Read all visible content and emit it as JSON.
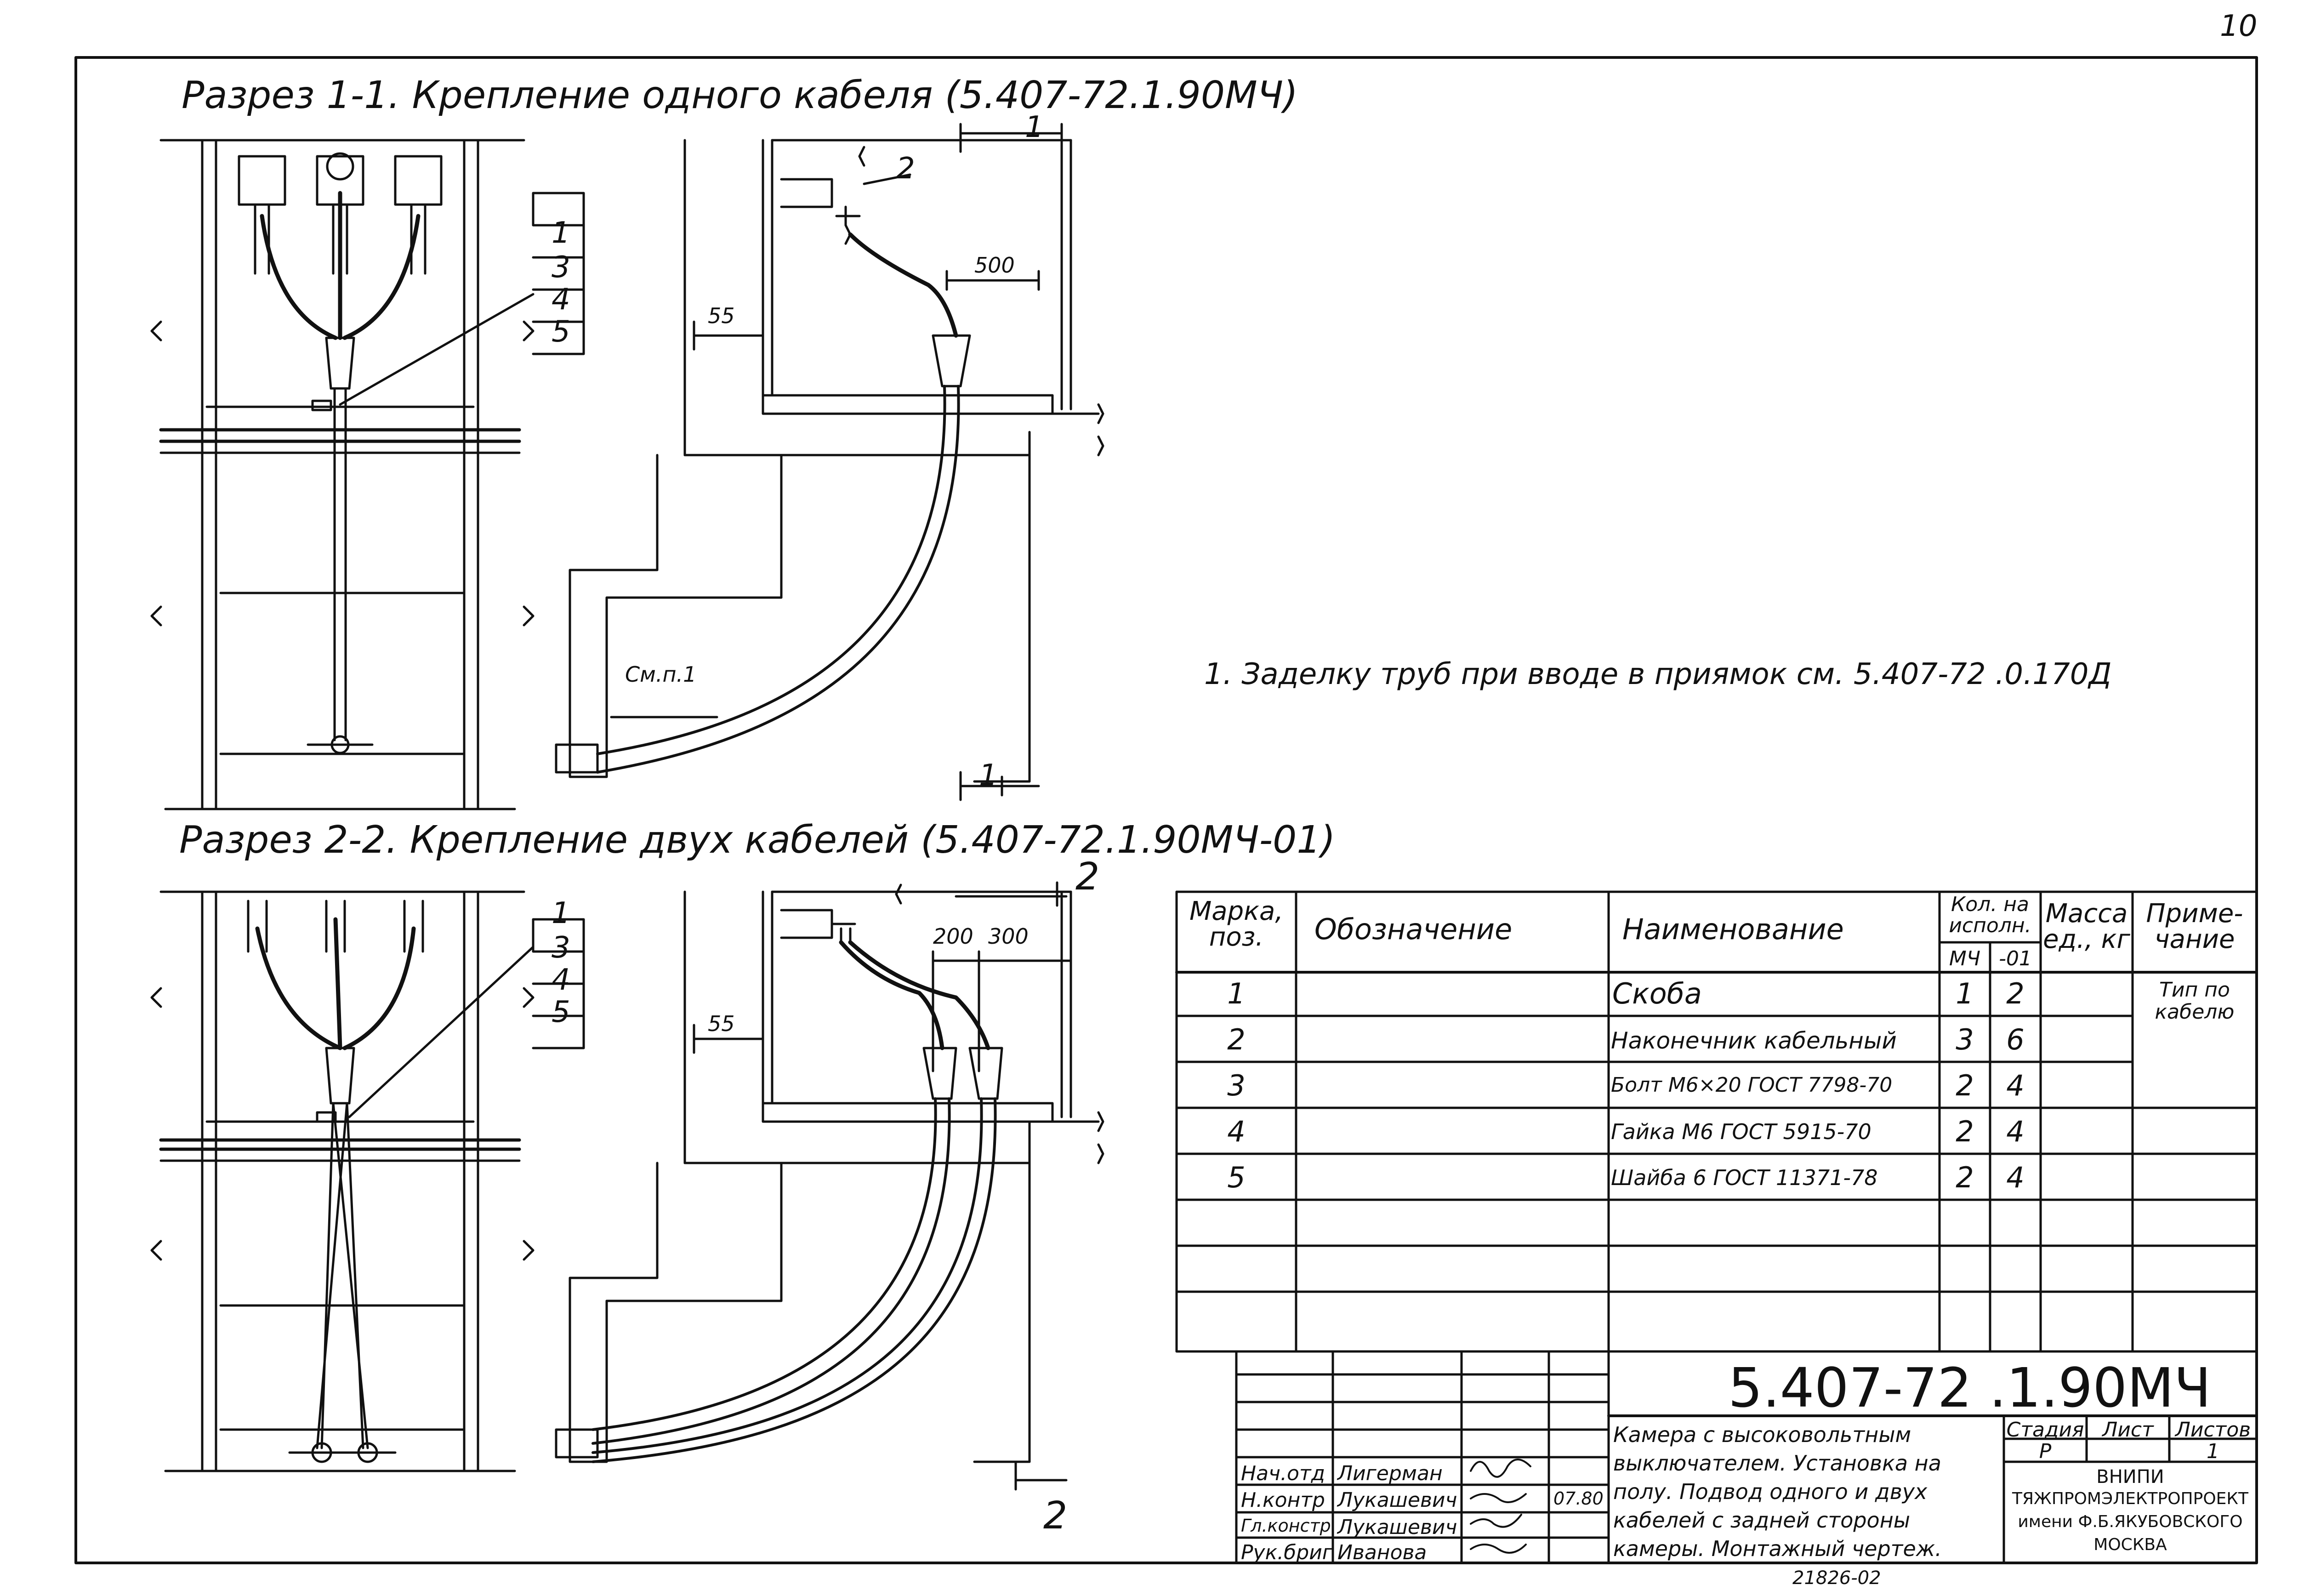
{
  "page_number": "10",
  "section1": {
    "title": "Разрез 1-1. Крепление одного кабеля (5.407-72.1.90МЧ)",
    "labels": [
      "1",
      "3",
      "4",
      "5"
    ],
    "dims": {
      "wall": "55",
      "span": "500"
    },
    "pos_2": "2",
    "ref": "См.п.1",
    "cut_marker": "1"
  },
  "section2": {
    "title": "Разрез 2-2. Крепление двух кабелей (5.407-72.1.90МЧ-01)",
    "labels": [
      "1",
      "3",
      "4",
      "5"
    ],
    "dims": {
      "wall": "55",
      "span_a": "200",
      "span_b": "300"
    },
    "cut_marker": "2"
  },
  "note": "1. Заделку труб при вводе в приямок см. 5.407-72 .0.170Д",
  "spec_table": {
    "headers": {
      "mark": "Марка, поз.",
      "designation": "Обозначение",
      "name": "Наименование",
      "qty": "Кол. на исполн.",
      "qty_a": "МЧ",
      "qty_b": "-01",
      "mass": "Масса ед., кг",
      "note": "Приме- чание"
    },
    "rows": [
      {
        "mark": "1",
        "designation": "",
        "name": "Скоба",
        "qty_a": "1",
        "qty_b": "2"
      },
      {
        "mark": "2",
        "designation": "",
        "name": "Наконечник кабельный",
        "qty_a": "3",
        "qty_b": "6"
      },
      {
        "mark": "3",
        "designation": "",
        "name": "Болт М6×20 ГОСТ 7798-70",
        "qty_a": "2",
        "qty_b": "4"
      },
      {
        "mark": "4",
        "designation": "",
        "name": "Гайка М6 ГОСТ 5915-70",
        "qty_a": "2",
        "qty_b": "4"
      },
      {
        "mark": "5",
        "designation": "",
        "name": "Шайба 6 ГОСТ 11371-78",
        "qty_a": "2",
        "qty_b": "4"
      }
    ],
    "remark": "Тип по кабелю"
  },
  "title_block": {
    "code": "5.407-72 .1.90МЧ",
    "description": "Камера с высоковольтным выключателем. Установка на полу. Подвод одного и двух кабелей с задней стороны камеры. Монтажный чертеж.",
    "stage_label": "Стадия",
    "sheet_label": "Лист",
    "sheets_label": "Листов",
    "stage": "Р",
    "sheets": "1",
    "org": [
      "ВНИПИ",
      "ТЯЖПРОМЭЛЕКТРОПРОЕКТ",
      "имени Ф.Б.ЯКУБОВСКОГО",
      "МОСКВА"
    ],
    "roles": [
      {
        "role": "Нач.отд",
        "name": "Лигерман"
      },
      {
        "role": "Н.контр",
        "name": "Лукашевич"
      },
      {
        "role": "Гл.констр",
        "name": "Лукашевич"
      },
      {
        "role": "Рук.бриг",
        "name": "Иванова"
      }
    ],
    "date": "07.80",
    "inventory": "21826-02"
  }
}
